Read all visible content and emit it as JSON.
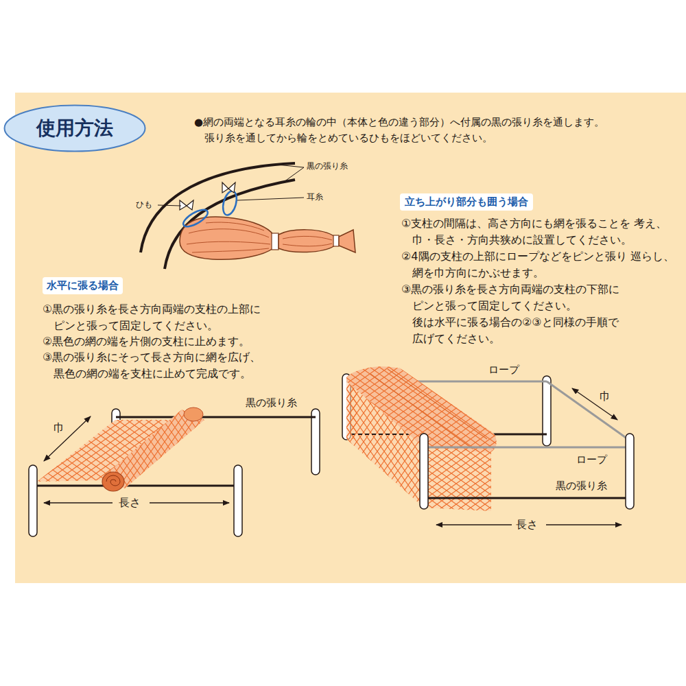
{
  "diagram": {
    "nodes": [
      {
        "text": [
          "使用方法"
        ]
      },
      {
        "text": [
          "水平に張る場合"
        ]
      },
      {
        "text": [
          "立ち上がり部分も囲う場合"
        ]
      }
    ],
    "labels": [
      "●網の両端となる耳糸の輪の中（本体と色の違う部分）へ付属の黒の張り糸を通します。 張り糸を通してから輪をとめているひもをほどいてください。",
      "黒の張り糸",
      "耳糸",
      "ひも",
      "①黒の張り糸を長さ方向両端の支柱の上部に ピンと張って固定してください。",
      "②黒色の網の端を片側の支柱に止めます。",
      "③黒の張り糸にそって長さ方向に網を広げ、 黒色の網の端を支柱に止めて完成です。",
      "巾",
      "長さ",
      "黒の張り糸",
      "①支柱の間隔は、高さ方向にも網を張ることを 考え、巾・長さ・方向共狭めに設置してください。",
      "②4隅の支柱の上部にロープなどをピンと張り 巡らし、網を巾方向にかぶせます。",
      "③黒の張り糸を長さ方向両端の支柱の下部に ピンと張って固定してください。 後は水平に張る場合の②③と同様の手順で 広げてください。",
      "ロープ",
      "巾",
      "ロープ",
      "黒の張り糸",
      "長さ"
    ]
  }
}
